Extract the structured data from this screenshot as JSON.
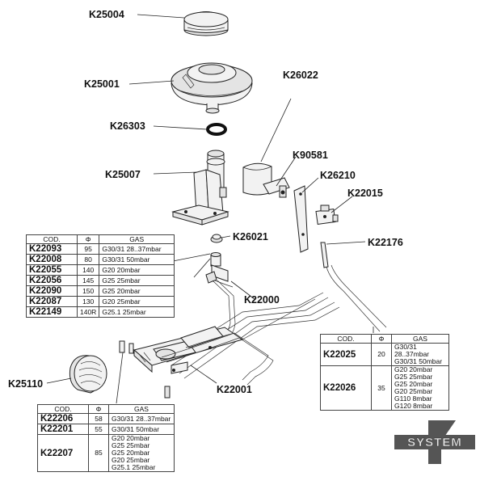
{
  "labels": {
    "k25004": "K25004",
    "k25001": "K25001",
    "k26022": "K26022",
    "k26303": "K26303",
    "k90581": "K90581",
    "k25007": "K25007",
    "k26210": "K26210",
    "k22015": "K22015",
    "k26021": "K26021",
    "k22176": "K22176",
    "k22000": "K22000",
    "k25110": "K25110",
    "k22001": "K22001"
  },
  "table_burner": {
    "headers": {
      "cod": "COD.",
      "phi": "Φ",
      "gas": "GAS"
    },
    "rows": [
      {
        "cod": "K22093",
        "phi": "95",
        "gas": "G30/31 28..37mbar"
      },
      {
        "cod": "K22008",
        "phi": "80",
        "gas": "G30/31 50mbar"
      },
      {
        "cod": "K22055",
        "phi": "140",
        "gas": "G20 20mbar"
      },
      {
        "cod": "K22056",
        "phi": "145",
        "gas": "G25 25mbar"
      },
      {
        "cod": "K22090",
        "phi": "150",
        "gas": "G25 20mbar"
      },
      {
        "cod": "K22087",
        "phi": "130",
        "gas": "G20 25mbar"
      },
      {
        "cod": "K22149",
        "phi": "140R",
        "gas": "G25.1 25mbar"
      }
    ]
  },
  "table_pilot": {
    "headers": {
      "cod": "COD.",
      "phi": "Φ",
      "gas": "GAS"
    },
    "rows": [
      {
        "cod": "K22025",
        "phi": "20",
        "gas": "G30/31 28..37mbar\nG30/31 50mbar"
      },
      {
        "cod": "K22026",
        "phi": "35",
        "gas": "G20 20mbar\nG25 25mbar\nG25 20mbar\nG20 25mbar\nG110 8mbar\nG120 8mbar"
      }
    ]
  },
  "table_injector": {
    "headers": {
      "cod": "COD.",
      "phi": "Φ",
      "gas": "GAS"
    },
    "rows": [
      {
        "cod": "K22206",
        "phi": "58",
        "gas": "G30/31 28..37mbar"
      },
      {
        "cod": "K22201",
        "phi": "55",
        "gas": "G30/31 50mbar"
      },
      {
        "cod": "K22207",
        "phi": "85",
        "gas": "G20 20mbar\nG25 25mbar\nG25 20mbar\nG20 25mbar\nG25.1 25mbar"
      }
    ]
  },
  "logo": {
    "text": "SYSTEM",
    "colors": {
      "dark": "#555555",
      "light": "#e8e8e8"
    }
  }
}
